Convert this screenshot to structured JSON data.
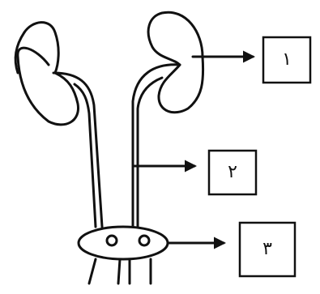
{
  "labels": {
    "box1": "١",
    "box2": "٢",
    "box3": "٣"
  }
}
